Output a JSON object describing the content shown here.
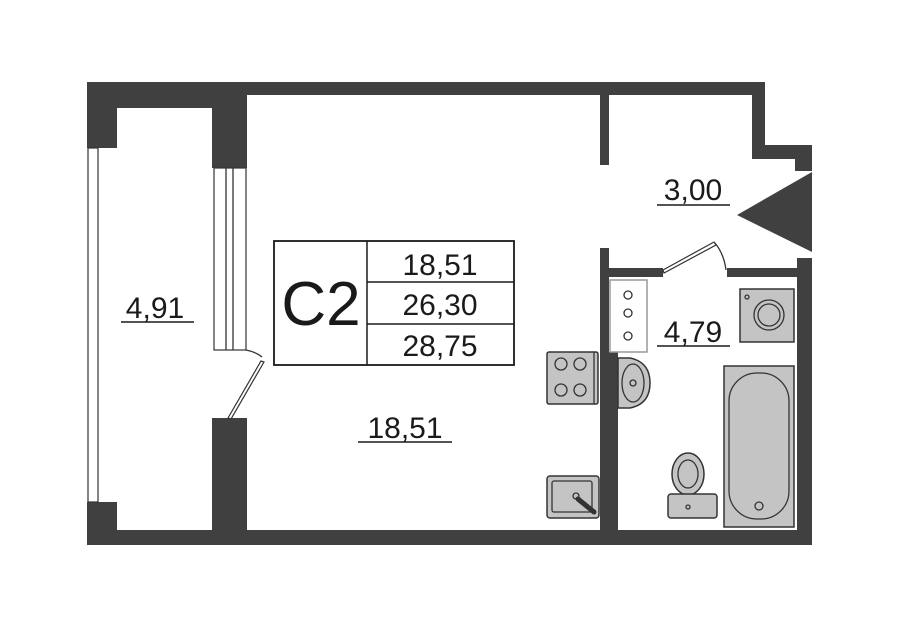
{
  "plan": {
    "apartment_code": "C2",
    "summary": {
      "living_area": "18,51",
      "total_area": "26,30",
      "total_area_with_loggia": "28,75"
    },
    "rooms": {
      "loggia": "4,91",
      "studio_room": "18,51",
      "hallway": "3,00",
      "bathroom": "4,79"
    },
    "colors": {
      "wall": "#404040",
      "fixture": "#c4c4c4"
    }
  }
}
